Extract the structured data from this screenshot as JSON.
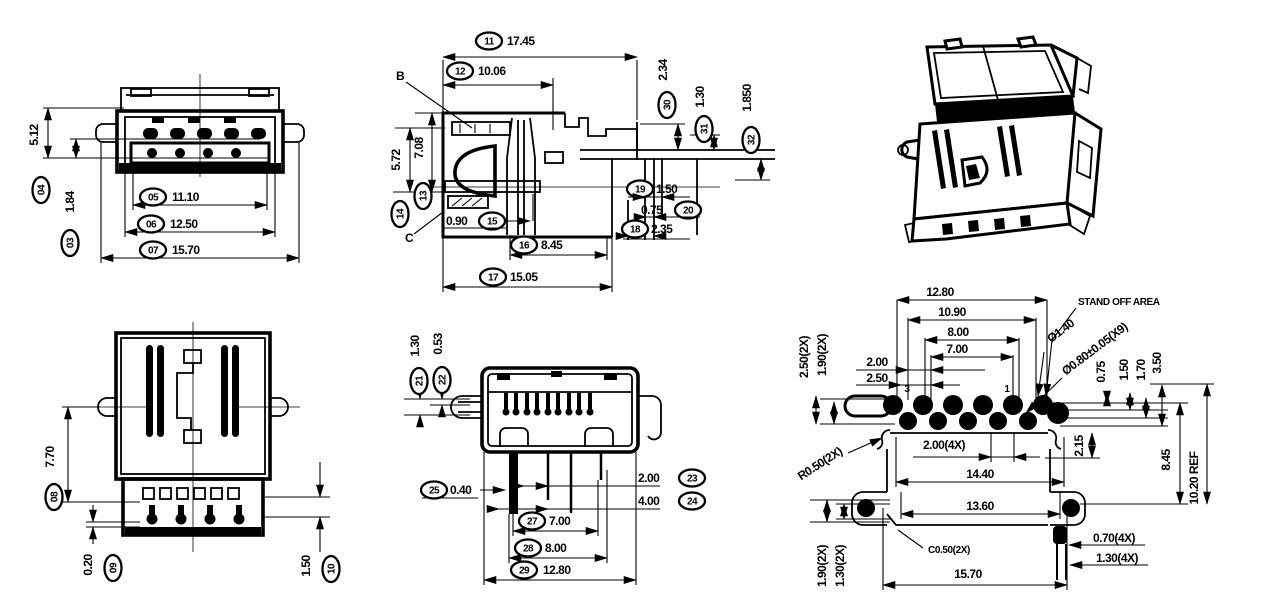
{
  "front_view": {
    "b03": "03",
    "v03": "1.84",
    "b04": "04",
    "v04": "5.12",
    "b05": "05",
    "v05": "11.10",
    "b06": "06",
    "v06": "12.50",
    "b07": "07",
    "v07": "15.70"
  },
  "top_view": {
    "b08": "08",
    "v08": "7.70",
    "b09": "09",
    "v09": "0.20",
    "b10": "10",
    "v10": "1.50"
  },
  "side_view": {
    "b11": "11",
    "v11": "17.45",
    "b12": "12",
    "v12": "10.06",
    "label_b": "B",
    "label_c": "C",
    "b13": "13",
    "v13": "7.08",
    "b14": "14",
    "v14": "5.72",
    "b15": "15",
    "v15": "0.90",
    "b16": "16",
    "v16": "8.45",
    "b17": "17",
    "v17": "15.05",
    "b18": "18",
    "v18": "2.35",
    "b19": "19",
    "v19": "1.50",
    "b20": "20",
    "v20": "0.75",
    "b30": "30",
    "v30": "2.34",
    "b31": "31",
    "v31": "1.30",
    "b32": "32",
    "v32": "1.850"
  },
  "bottom_view": {
    "b21": "21",
    "v21": "1.30",
    "b22": "22",
    "v22": "0.53",
    "b23": "23",
    "v23": "2.00",
    "b24": "24",
    "v24": "4.00",
    "b25": "25",
    "v25": "0.40",
    "b27": "27",
    "v27": "7.00",
    "b28": "28",
    "v28": "8.00",
    "b29": "29",
    "v29": "12.80"
  },
  "footprint_view": {
    "w1280": "12.80",
    "w1090": "10.90",
    "w800": "8.00",
    "w700": "7.00",
    "off200": "2.00",
    "off250": "2.50",
    "lv250": "2.50(2X)",
    "lv190": "1.90(2X)",
    "r050": "R0.50(2X)",
    "standoff": "STAND OFF AREA",
    "hole140": "Ø1.40",
    "hole080": "Ø0.80±0.05(X9)",
    "rv075": "0.75",
    "rv150": "1.50",
    "rv170": "1.70",
    "rv350": "3.50",
    "v215": "2.15",
    "v845": "8.45",
    "v1020": "10.20 REF",
    "p200": "2.00(4X)",
    "w1440": "14.40",
    "w1360": "13.60",
    "c050": "C0.50(2X)",
    "w1570": "15.70",
    "p070": "0.70(4X)",
    "p130": "1.30(4X)",
    "bl190": "1.90(2X)",
    "bl130": "1.30(2X)",
    "pin3": "3",
    "pin1": "1"
  }
}
